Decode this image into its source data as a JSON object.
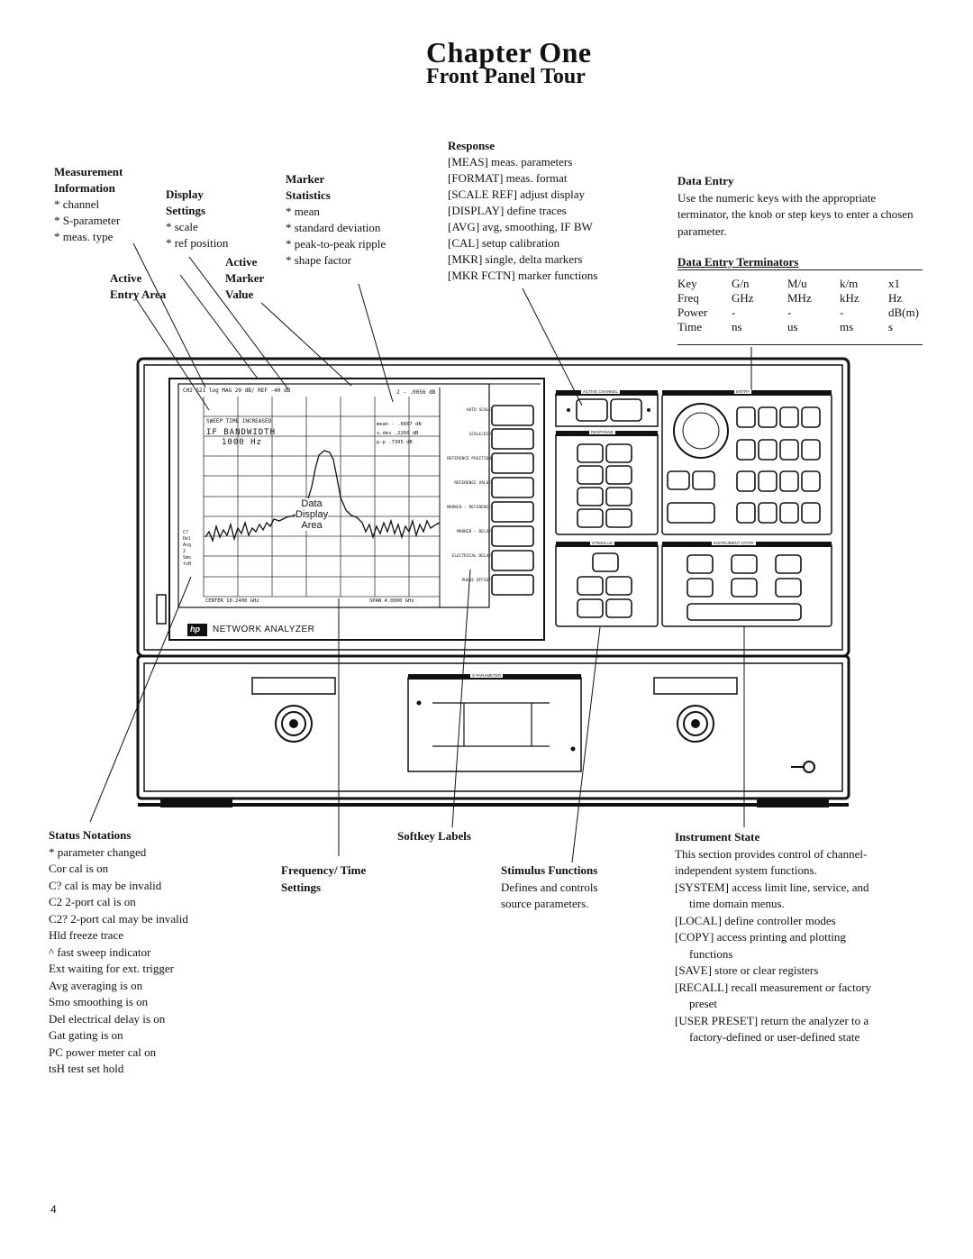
{
  "header": {
    "title": "Chapter One",
    "subtitle": "Front Panel Tour"
  },
  "callouts": {
    "measurement": [
      "Measurement",
      "Information",
      "* channel",
      "* S-parameter",
      "* meas. type"
    ],
    "display": [
      "Display",
      "Settings",
      "* scale",
      "* ref position"
    ],
    "marker_stats": [
      "Marker",
      "Statistics",
      "* mean",
      "* standard deviation",
      "* peak-to-peak ripple",
      "* shape factor"
    ],
    "active_entry": [
      "Active",
      "Entry Area"
    ],
    "active_marker": [
      "Active",
      "Marker",
      "Value"
    ],
    "response_title": "Response",
    "response_items": [
      "[MEAS] meas. parameters",
      "[FORMAT] meas. format",
      "[SCALE REF] adjust display",
      "[DISPLAY] define traces",
      "[AVG] avg, smoothing, IF BW",
      "[CAL] setup calibration",
      "[MKR] single, delta markers",
      "[MKR FCTN] marker functions"
    ]
  },
  "data_entry": {
    "title": "Data Entry",
    "text": "Use the numeric keys with the appropriate terminator, the knob or step keys to enter a chosen parameter.",
    "terminators_title": "Data Entry Terminators",
    "rows": [
      [
        "Key",
        "G/n",
        "M/u",
        "k/m",
        "x1"
      ],
      [
        "Freq",
        "GHz",
        "MHz",
        "kHz",
        "Hz"
      ],
      [
        "Power",
        "-",
        "-",
        "-",
        "dB(m)"
      ],
      [
        "Time",
        "ns",
        "us",
        "ms",
        "s"
      ]
    ]
  },
  "screen": {
    "header": "CH2  S21   log MAG   20 dB/  REF -40 dB",
    "marker_readout": "2 -  .0056 dB",
    "sweep_line": "SWEEP TIME INCREASED",
    "if_bw": "IF BANDWIDTH",
    "if_value": "1000 Hz",
    "stats": [
      "mean -  .6667 dB",
      "s.dev  .2260 dB",
      "p-p  .7395 dB"
    ],
    "data_area": [
      "Data",
      "Display",
      "Area"
    ],
    "status_marks": [
      "C?",
      "Del",
      "Avg",
      "2",
      "Smo",
      "tsH"
    ],
    "footer_left": "CENTER  10.2400 GHz",
    "footer_right": "SPAN  4.0000 GHz",
    "softkeys": [
      "AUTO SCALE",
      "SCALE/DIV",
      "REFERENCE POSITION",
      "REFERENCE VALUE",
      "MARKER - REFERENCE",
      "MARKER - DELAY",
      "ELECTRICAL DELAY",
      "PHASE OFFSET"
    ],
    "brand": "NETWORK ANALYZER",
    "logo": "hp"
  },
  "panel_labels": {
    "active_channel": "ACTIVE CHANNEL",
    "entry": "ENTRY",
    "response": "RESPONSE",
    "stimulus": "STIMULUS",
    "instrument_state": "INSTRUMENT STATE",
    "s_parameter": "S-PARAMETER"
  },
  "bottom_callouts": {
    "status_title": "Status Notations",
    "status_items": [
      "* parameter changed",
      "Cor cal is on",
      "C? cal is may be invalid",
      "C2 2-port cal is on",
      "C2? 2-port cal may be invalid",
      "Hld freeze trace",
      "^ fast sweep indicator",
      "Ext waiting for ext. trigger",
      "Avg averaging is on",
      "Smo smoothing is on",
      "Del electrical delay is on",
      "Gat gating is on",
      "PC power meter cal on",
      "tsH test set hold"
    ],
    "softkey_labels": "Softkey Labels",
    "frequency": [
      "Frequency/ Time",
      "Settings"
    ],
    "stimulus_title": "Stimulus Functions",
    "stimulus_text": [
      "Defines and controls",
      "source parameters."
    ],
    "instrument_title": "Instrument State",
    "instrument_items": [
      "This section provides control of channel-",
      "independent system functions.",
      "[SYSTEM] access limit line, service, and",
      "time domain menus.",
      "[LOCAL] define controller modes",
      "[COPY] access printing and plotting",
      "functions",
      "[SAVE] store or clear registers",
      "[RECALL] recall measurement or factory",
      "preset",
      "[USER PRESET] return the analyzer to a",
      "factory-defined or user-defined state"
    ]
  },
  "page_number": "4"
}
